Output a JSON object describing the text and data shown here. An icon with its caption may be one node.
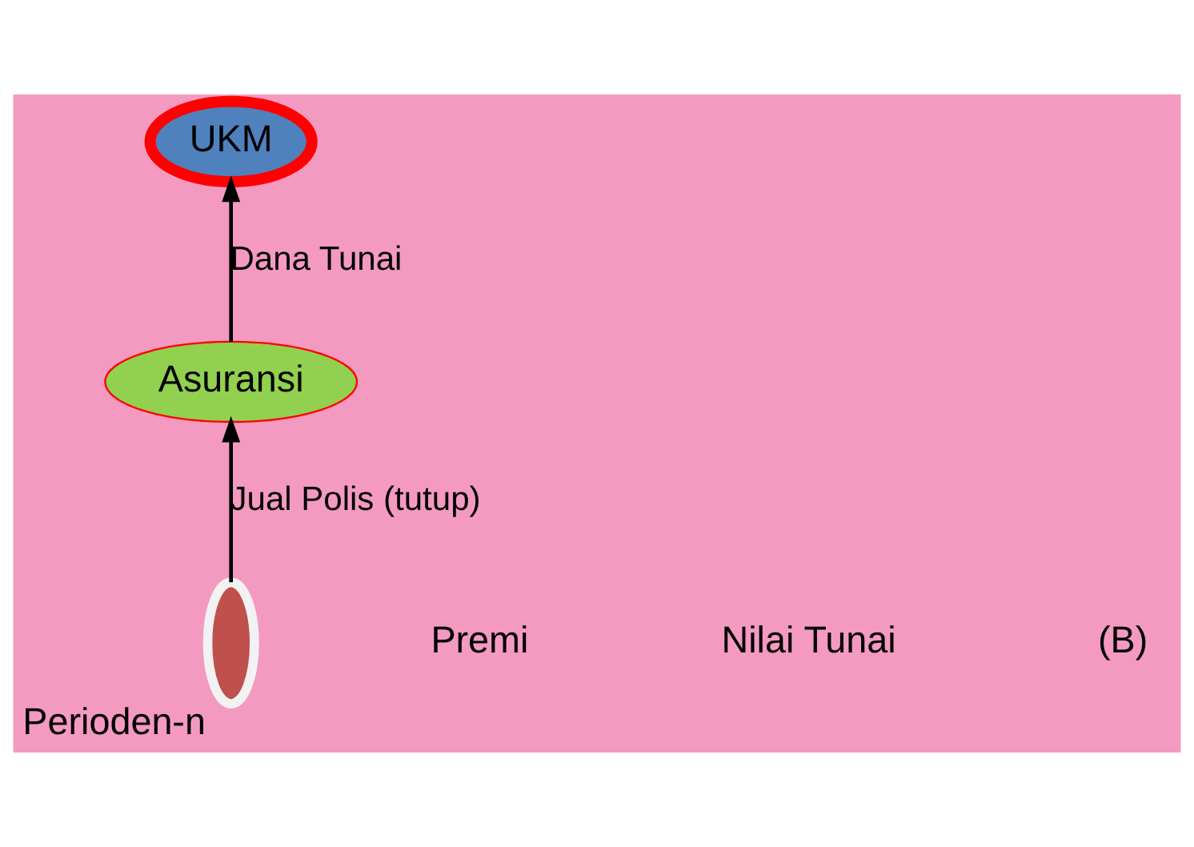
{
  "diagram": {
    "nodes": [
      {
        "text": [
          "UKM"
        ]
      },
      {
        "text": [
          "Asuransi"
        ]
      },
      {
        "text": [],
        "shape": "ellipse",
        "beside": [
          "Perioden-n"
        ]
      }
    ],
    "edges": [
      {
        "from": 1,
        "to": 0,
        "arrow": "to",
        "label": "Dana Tunai"
      },
      {
        "from": 2,
        "to": 1,
        "arrow": "to",
        "label": "Jual Polis (tutup)"
      }
    ],
    "labels": [
      "Premi",
      "Nilai Tunai",
      "(B)"
    ]
  }
}
